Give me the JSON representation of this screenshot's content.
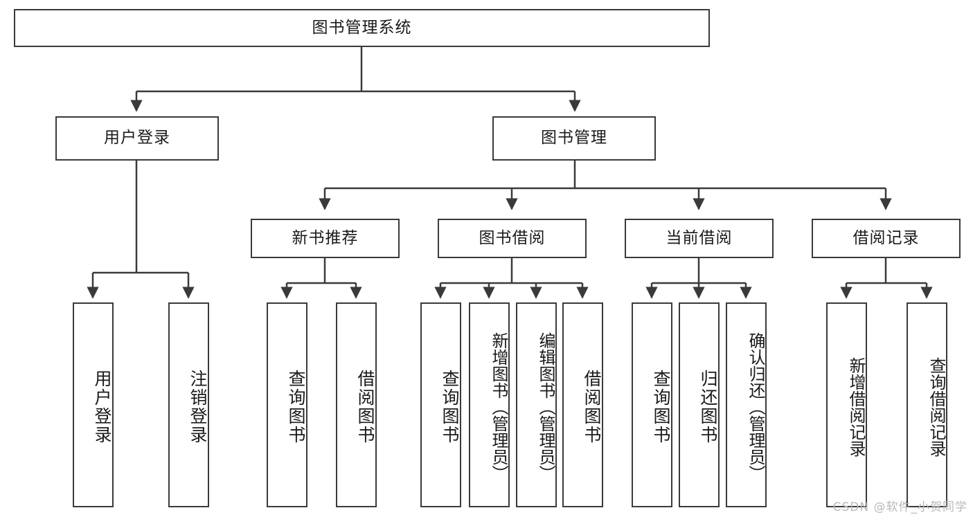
{
  "diagram": {
    "title_node": {
      "id": "root",
      "label": "图书管理系统"
    },
    "level2": [
      {
        "id": "user-login",
        "label": "用户登录"
      },
      {
        "id": "book-manage",
        "label": "图书管理"
      }
    ],
    "level3": [
      {
        "id": "new-book-rec",
        "label": "新书推荐"
      },
      {
        "id": "book-borrow",
        "label": "图书借阅"
      },
      {
        "id": "current-borrow",
        "label": "当前借阅"
      },
      {
        "id": "borrow-record",
        "label": "借阅记录"
      }
    ],
    "leaves": [
      {
        "id": "leaf-user-login",
        "label": "用户登录",
        "parent": "user-login"
      },
      {
        "id": "leaf-logout",
        "label": "注销登录",
        "parent": "user-login"
      },
      {
        "id": "leaf-query-book-1",
        "label": "查询图书",
        "parent": "new-book-rec"
      },
      {
        "id": "leaf-borrow-book-1",
        "label": "借阅图书",
        "parent": "new-book-rec"
      },
      {
        "id": "leaf-query-book-2",
        "label": "查询图书",
        "parent": "book-borrow"
      },
      {
        "id": "leaf-add-book",
        "label": "新增图书（管理员）",
        "parent": "book-borrow"
      },
      {
        "id": "leaf-edit-book",
        "label": "编辑图书（管理员）",
        "parent": "book-borrow"
      },
      {
        "id": "leaf-borrow-book-2",
        "label": "借阅图书",
        "parent": "book-borrow"
      },
      {
        "id": "leaf-query-book-3",
        "label": "查询图书",
        "parent": "current-borrow"
      },
      {
        "id": "leaf-return-book",
        "label": "归还图书",
        "parent": "current-borrow"
      },
      {
        "id": "leaf-confirm-return",
        "label": "确认归还（管理员）",
        "parent": "current-borrow"
      },
      {
        "id": "leaf-add-record",
        "label": "新增借阅记录",
        "parent": "borrow-record"
      },
      {
        "id": "leaf-query-record",
        "label": "查询借阅记录",
        "parent": "borrow-record"
      }
    ],
    "colors": {
      "stroke": "#3a3a3a",
      "fill": "#ffffff",
      "text": "#1a1a1a",
      "watermark": "#b9b9b9"
    }
  },
  "watermark": {
    "text": "CSDN @软件_小贺同学"
  }
}
